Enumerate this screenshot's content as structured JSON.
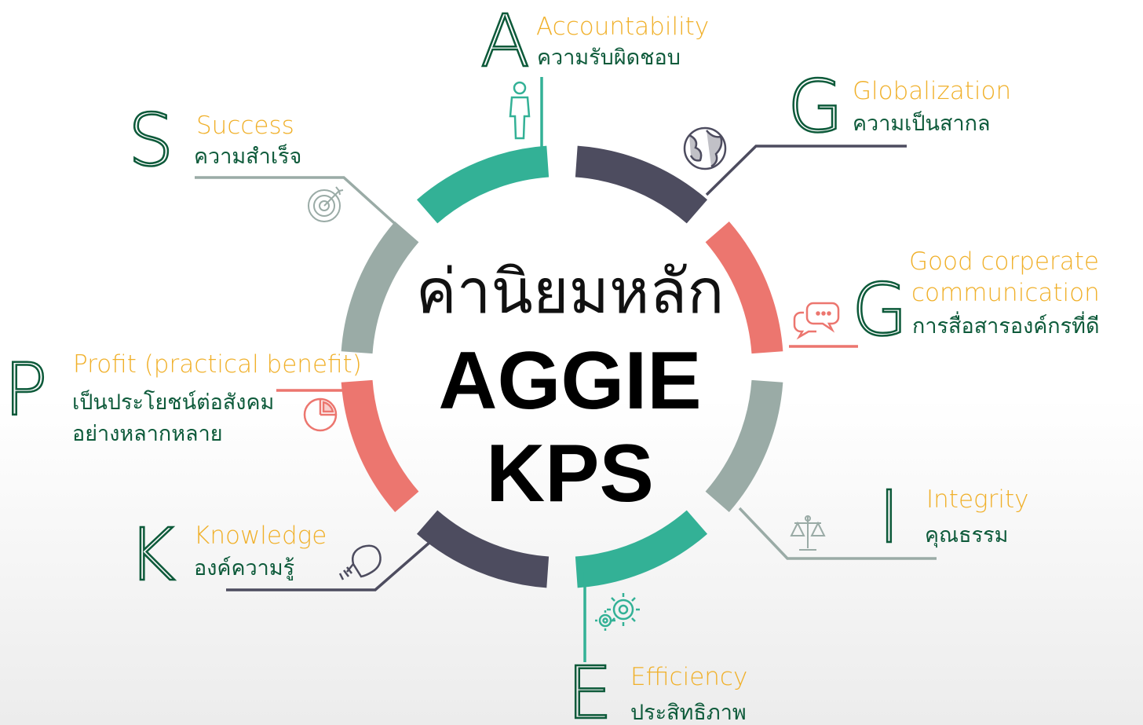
{
  "center": {
    "title_thai": "ค่านิยมหลัก",
    "line1": "AGGIE",
    "line2": "KPS"
  },
  "colors": {
    "teal": "#33b196",
    "dark": "#4d4c5f",
    "salmon": "#ec766f",
    "gray": "#9aaba6",
    "english_text": "#f0b02a",
    "thai_text": "#0d5a3a"
  },
  "values": [
    {
      "letter": "A",
      "english": "Accountability",
      "thai": "ความรับผิดชอบ",
      "icon": "person-icon",
      "color": "teal"
    },
    {
      "letter": "G",
      "english": "Globalization",
      "thai": "ความเป็นสากล",
      "icon": "globe-icon",
      "color": "dark"
    },
    {
      "letter": "G",
      "english_line1": "Good corperate",
      "english_line2": "communication",
      "thai": "การสื่อสารองค์กรที่ดี",
      "icon": "speech-bubbles-icon",
      "color": "salmon"
    },
    {
      "letter": "I",
      "english": "Integrity",
      "thai": "คุณธรรม",
      "icon": "scales-icon",
      "color": "gray"
    },
    {
      "letter": "E",
      "english": "Efficiency",
      "thai": "ประสิทธิภาพ",
      "icon": "gears-icon",
      "color": "teal"
    },
    {
      "letter": "K",
      "english": "Knowledge",
      "thai": "องค์ความรู้",
      "icon": "lightbulb-icon",
      "color": "dark"
    },
    {
      "letter": "P",
      "english": "Profit (practical benefit)",
      "thai_line1": "เป็นประโยชน์ต่อสังคม",
      "thai_line2": "อย่างหลากหลาย",
      "icon": "pie-chart-icon",
      "color": "salmon"
    },
    {
      "letter": "S",
      "english": "Success",
      "thai": "ความสำเร็จ",
      "icon": "target-icon",
      "color": "gray"
    }
  ]
}
